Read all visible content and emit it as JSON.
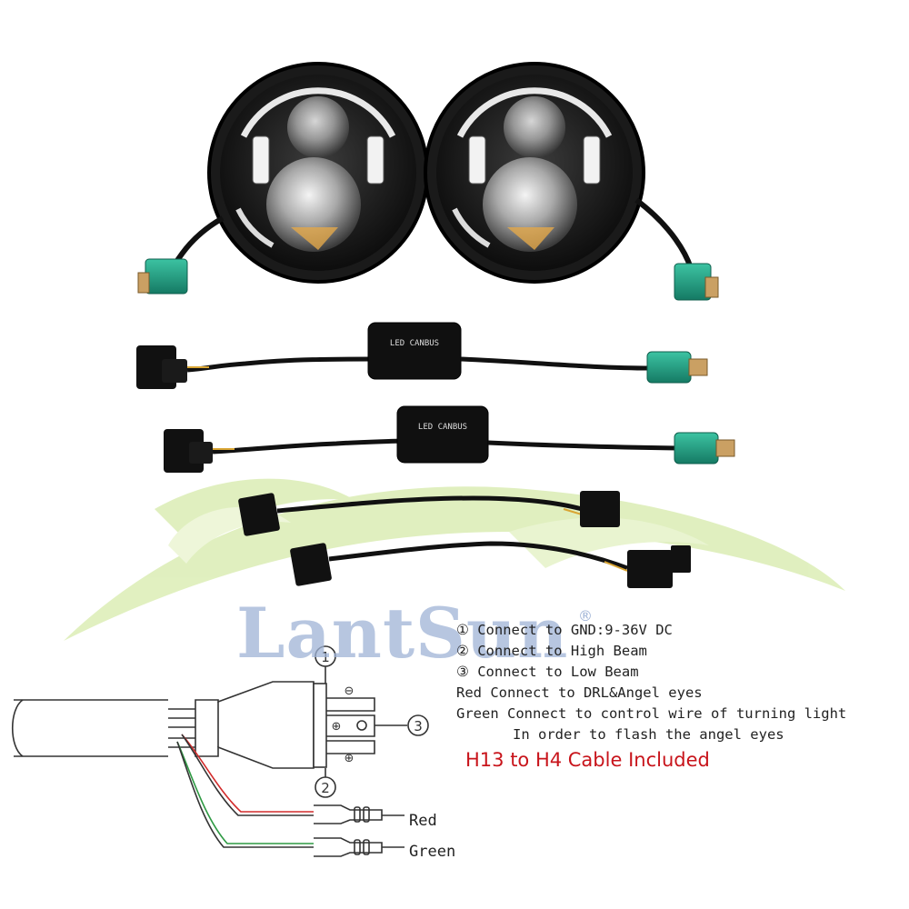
{
  "watermark": {
    "brand": "LantSun",
    "registered_mark": "®"
  },
  "connector_box_label": "LED CANBUS",
  "connection_notes": [
    "① Connect to GND:9-36V DC",
    "② Connect to High Beam",
    "③ Connect to Low Beam",
    "Red Connect to DRL&Angel eyes",
    "Green Connect to control wire of turning light",
    "In order to flash the angel eyes"
  ],
  "cable_note": "H13 to H4 Cable Included",
  "diagram": {
    "callout_1": "1",
    "callout_2": "2",
    "callout_3": "3",
    "symbol_minus": "⊖",
    "symbol_plus_mid": "⊕",
    "symbol_plus_low": "⊕",
    "wire_red_label": "Red",
    "wire_green_label": "Green"
  },
  "colors": {
    "connector_teal": "#1e9c80",
    "wire_red": "#d22b2b",
    "wire_green": "#2f9a44",
    "note_red": "#c8141b",
    "watermark_blue": "#9fb3d6",
    "watermark_swoosh": "#d9ecb0"
  }
}
